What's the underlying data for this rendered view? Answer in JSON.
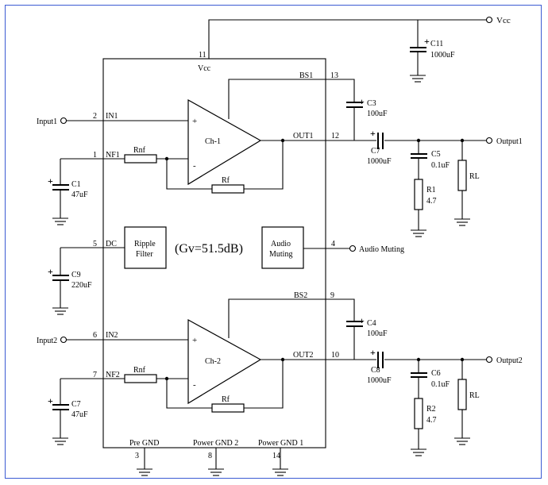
{
  "labels": {
    "vcc_top": "Vcc",
    "vcc_pin": "Vcc",
    "c11": "C11",
    "c11_val": "1000uF",
    "pin11": "11",
    "bs1": "BS1",
    "pin13": "13",
    "c3": "C3",
    "c3_val": "100uF",
    "input1": "Input1",
    "pin2": "2",
    "in1": "IN1",
    "ch1": "Ch-1",
    "out1": "OUT1",
    "pin12": "12",
    "c7a": "C7",
    "c7a_val": "1000uF",
    "c5": "C5",
    "c5_val": "0.1uF",
    "output1": "Output1",
    "pin1": "1",
    "nf1": "NF1",
    "rnf1": "Rnf",
    "rf1": "Rf",
    "c1": "C1",
    "c1_val": "47uF",
    "r1": "R1",
    "r1_val": "4.7",
    "rl1": "RL",
    "pin5": "5",
    "dc": "DC",
    "ripple1": "Ripple",
    "ripple2": "Filter",
    "gain": "(Gv=51.5dB)",
    "mute1": "Audio",
    "mute2": "Muting",
    "pin4": "4",
    "audio_muting": "Audio Muting",
    "c9": "C9",
    "c9_val": "220uF",
    "bs2": "BS2",
    "pin9": "9",
    "c4": "C4",
    "c4_val": "100uF",
    "input2": "Input2",
    "pin6": "6",
    "in2": "IN2",
    "ch2": "Ch-2",
    "out2": "OUT2",
    "pin10": "10",
    "c8": "C8",
    "c8_val": "1000uF",
    "c6": "C6",
    "c6_val": "0.1uF",
    "output2": "Output2",
    "pin7": "7",
    "nf2": "NF2",
    "rnf2": "Rnf",
    "rf2": "Rf",
    "c7b": "C7",
    "c7b_val": "47uF",
    "r2": "R2",
    "r2_val": "4.7",
    "rl2": "RL",
    "pregnd": "Pre GND",
    "pin3": "3",
    "pgnd2": "Power GND 2",
    "pin8": "8",
    "pgnd1": "Power GND 1",
    "pin14": "14",
    "plus_sign": "+",
    "minus_sign": "-",
    "cap_plus": "+"
  }
}
